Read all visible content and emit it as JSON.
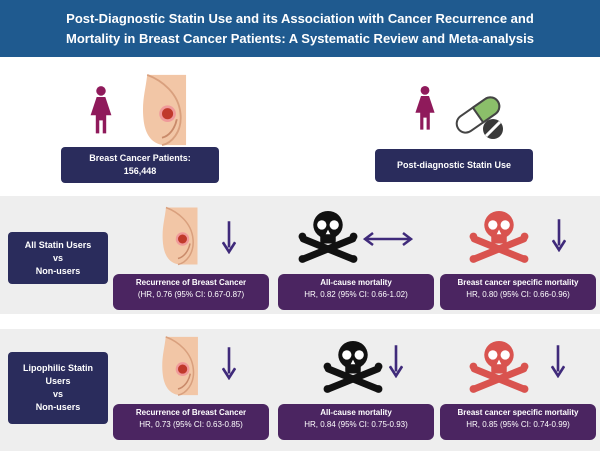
{
  "header": {
    "title_line1": "Post-Diagnostic Statin Use and its Association with Cancer Recurrence and",
    "title_line2": "Mortality in Breast Cancer Patients: A Systematic Review and Meta-analysis"
  },
  "top": {
    "patients_line1": "Breast Cancer Patients:",
    "patients_line2": "156,448",
    "statin_use": "Post-diagnostic Statin Use"
  },
  "rows": [
    {
      "group_line1": "All Statin Users",
      "group_line2": "vs",
      "group_line3": "Non-users",
      "outcomes": [
        {
          "title": "Recurrence of Breast Cancer",
          "value": "(HR, 0.76 (95% CI: 0.67-0.87)"
        },
        {
          "title": "All-cause mortality",
          "value": "HR, 0.82 (95% CI: 0.66-1.02)"
        },
        {
          "title": "Breast cancer specific mortality",
          "value": "HR, 0.80 (95% CI: 0.66-0.96)"
        }
      ]
    },
    {
      "group_line1": "Lipophilic Statin",
      "group_line2": "Users",
      "group_line3": "vs",
      "group_line4": "Non-users",
      "outcomes": [
        {
          "title": "Recurrence of Breast Cancer",
          "value": "HR, 0.73 (95% CI: 0.63-0.85)"
        },
        {
          "title": "All-cause mortality",
          "value": "HR, 0.84 (95% CI: 0.75-0.93)"
        },
        {
          "title": "Breast cancer specific mortality",
          "value": "HR, 0.85 (95% CI: 0.74-0.99)"
        }
      ]
    }
  ],
  "colors": {
    "header": "#1f5a8f",
    "navy_box": "#2a2c5c",
    "outcome_box": "#4b2561",
    "female_icon": "#8f1a5b",
    "arrow": "#3f2a7a",
    "skull_black": "#111111",
    "skull_red": "#d9534f"
  },
  "icons": [
    "female-icon",
    "breast-tumor-icon",
    "pill-capsule-icon",
    "pill-tablet-icon",
    "skull-crossbones-icon",
    "down-arrow-icon",
    "double-arrow-icon"
  ]
}
